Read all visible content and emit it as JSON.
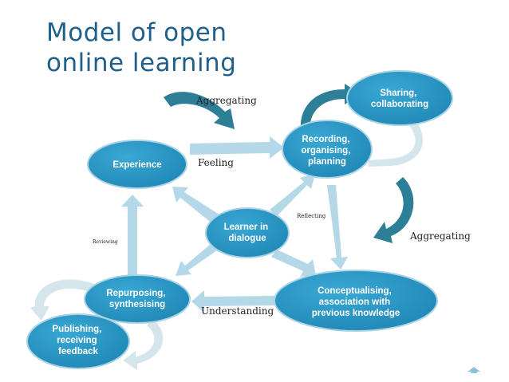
{
  "title_line1": "Model of open",
  "title_line2": "online learning",
  "colors": {
    "title": "#1f5f8b",
    "node_fill": "#2796c4",
    "arrow_fill": "#b4d8e8",
    "curve_dark": "#2c7f96",
    "curve_light": "#d4e6ec"
  },
  "nodes": {
    "sharing": [
      "Sharing,",
      "collaborating"
    ],
    "recording": [
      "Recording,",
      "organising,",
      "planning"
    ],
    "experience": [
      "Experience"
    ],
    "learner": [
      "Learner in",
      "dialogue"
    ],
    "conceptualising": [
      "Conceptualising,",
      "association with",
      "previous knowledge"
    ],
    "repurposing": [
      "Repurposing,",
      "synthesising"
    ],
    "publishing": [
      "Publishing,",
      "receiving",
      "feedback"
    ]
  },
  "edge_labels": {
    "aggregating_top": "Aggregating",
    "feeling": "Feeling",
    "reflecting": "Reflecting",
    "aggregating_right": "Aggregating",
    "reviewing": "Reviewing",
    "understanding": "Understanding"
  }
}
